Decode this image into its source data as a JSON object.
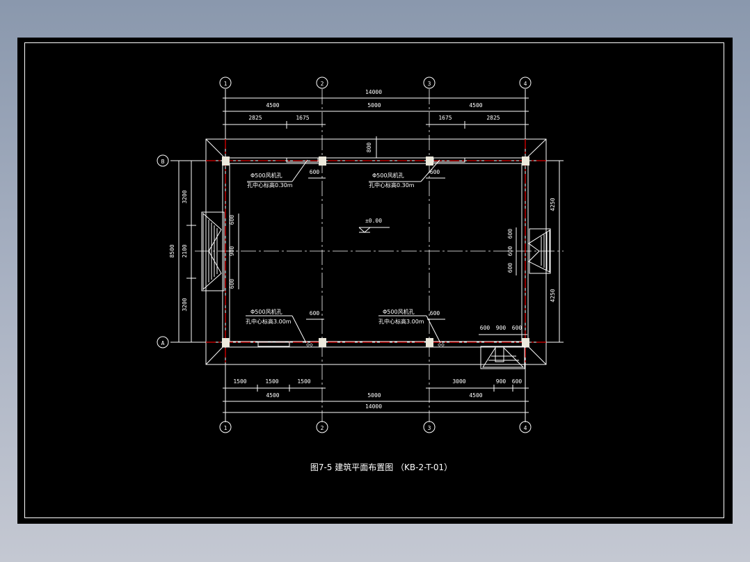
{
  "drawing": {
    "title": "图7-5  建筑平面布置图 （KB-2-T-01）",
    "elevation_mark": "±0.00",
    "colors": {
      "background_top": "#8a98ad",
      "background_bottom": "#c4c8d2",
      "sheet": "#000000",
      "lines": "#ffffff",
      "axis_red": "#e00000",
      "column_fill": "#ece9dc"
    },
    "axes": {
      "vertical": [
        "1",
        "2",
        "3",
        "4"
      ],
      "horizontal": [
        "A",
        "B"
      ]
    },
    "top_dimensions": {
      "overall": "14000",
      "bays": [
        "4500",
        "5000",
        "4500"
      ],
      "sub": [
        "2825",
        "1675",
        "1675",
        "2825"
      ]
    },
    "bottom_dimensions": {
      "overall": "14000",
      "bays": [
        "4500",
        "5000",
        "4500"
      ],
      "sub_left": [
        "1500",
        "1500",
        "1500"
      ],
      "sub_right": [
        "3000",
        "900",
        "600"
      ]
    },
    "left_dimensions": {
      "overall": "8500",
      "segments": [
        "3200",
        "2100",
        "3200"
      ],
      "door": [
        "600",
        "900",
        "600"
      ]
    },
    "right_dimensions": {
      "segments": [
        "4250",
        "4250"
      ],
      "door": [
        "600",
        "600",
        "600"
      ]
    },
    "top_offset": "800",
    "entrance_dims": [
      "600",
      "900",
      "600"
    ],
    "notes": {
      "fan_hole_top_left": {
        "line1": "Φ500风机孔",
        "line2": "孔中心标高0.30m",
        "dim": "600"
      },
      "fan_hole_top_right": {
        "line1": "Φ500风机孔",
        "line2": "孔中心标高0.30m",
        "dim": "600"
      },
      "fan_hole_bottom_left": {
        "line1": "Φ500风机孔",
        "line2": "孔中心标高3.00m",
        "dim": "600"
      },
      "fan_hole_bottom_right": {
        "line1": "Φ500风机孔",
        "line2": "孔中心标高3.00m",
        "dim": "600"
      }
    }
  }
}
